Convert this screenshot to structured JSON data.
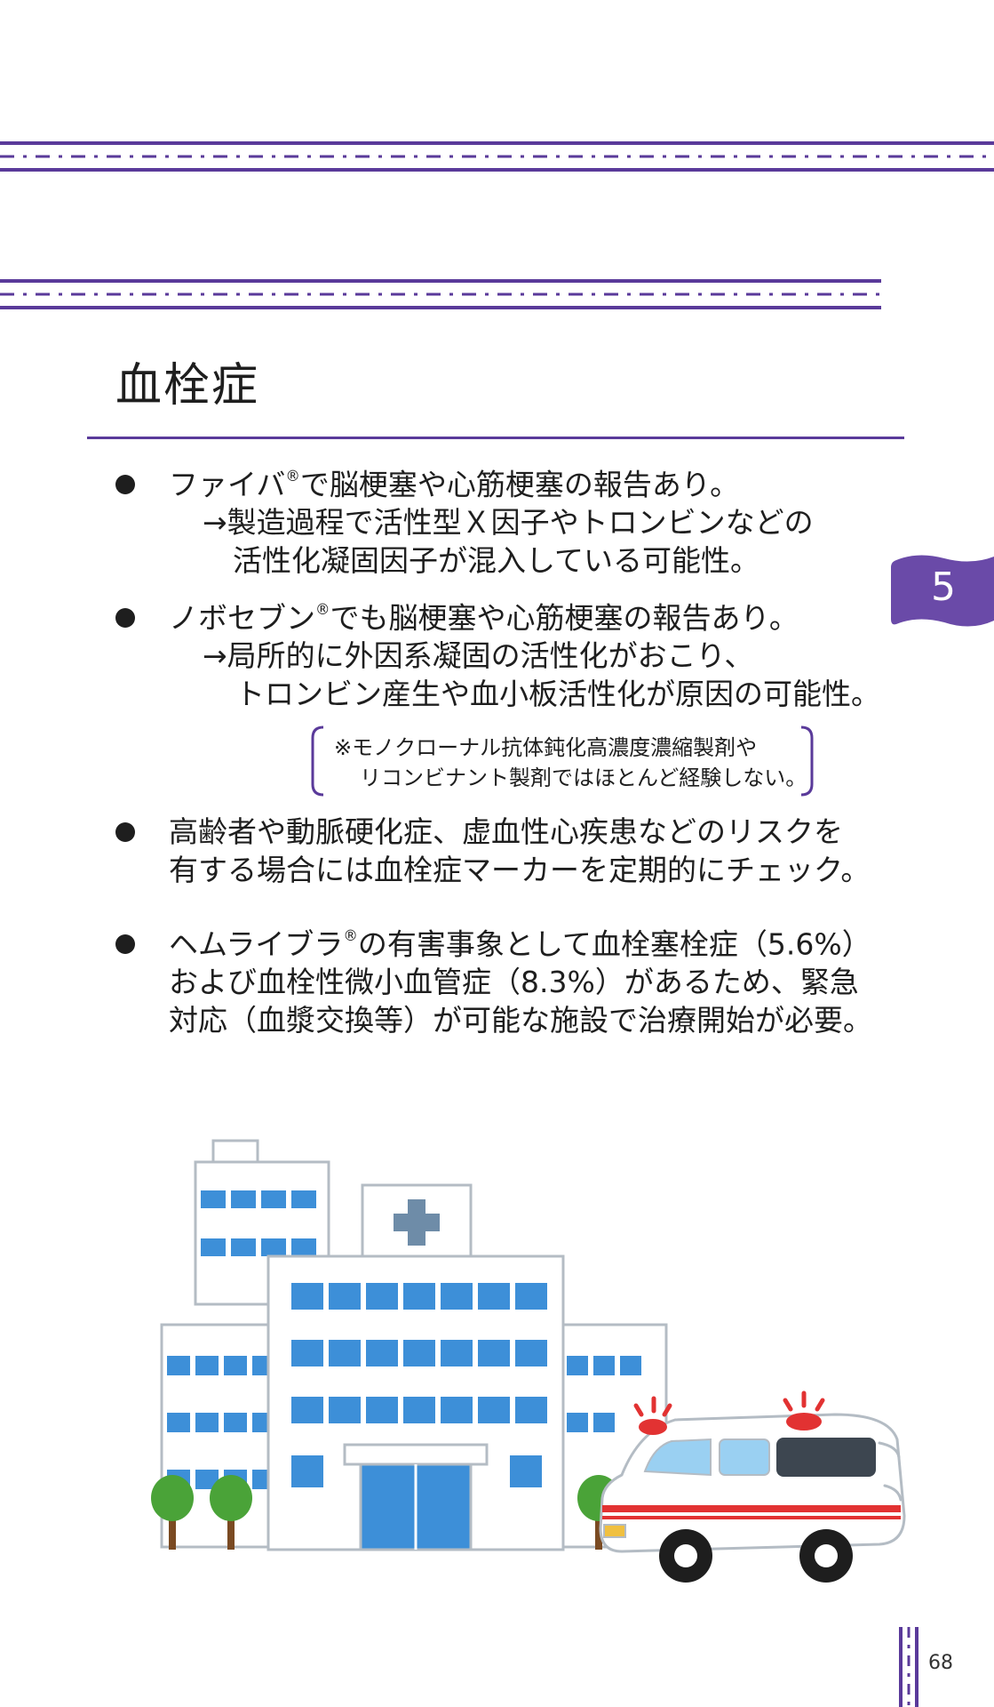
{
  "colors": {
    "accent_purple": "#5a3a9a",
    "tab_purple": "#6a4aa8",
    "window_blue": "#3d8fd8",
    "tree_green": "#4aa338",
    "siren_red": "#e23232"
  },
  "title": "血栓症",
  "bullets": [
    {
      "lines": [
        {
          "text": "ファイバ",
          "sup": "®",
          "after": "で脳梗塞や心筋梗塞の報告あり。"
        },
        {
          "text": "→製造過程で活性型Ｘ因子やトロンビンなどの"
        },
        {
          "text": "活性化凝固因子が混入している可能性。"
        }
      ]
    },
    {
      "lines": [
        {
          "text": "ノボセブン",
          "sup": "®",
          "after": "でも脳梗塞や心筋梗塞の報告あり。"
        },
        {
          "text": "→局所的に外因系凝固の活性化がおこり、"
        },
        {
          "text": "トロンビン産生や血小板活性化が原因の可能性。"
        }
      ]
    },
    {
      "lines": [
        {
          "text": "高齢者や動脈硬化症、虚血性心疾患などのリスクを"
        },
        {
          "text": "有する場合には血栓症マーカーを定期的にチェック。"
        }
      ]
    },
    {
      "lines": [
        {
          "text": "ヘムライブラ",
          "sup": "®",
          "after": "の有害事象として血栓塞栓症（5.6%）"
        },
        {
          "text": "および血栓性微小血管症（8.3%）があるため、緊急"
        },
        {
          "text": "対応（血漿交換等）が可能な施設で治療開始が必要。"
        }
      ]
    }
  ],
  "note": {
    "lines": [
      "※モノクローナル抗体鈍化高濃度濃縮製剤や",
      "リコンビナント製剤ではほとんど経験しない。"
    ]
  },
  "chapter_tab": "5",
  "page_number": "68",
  "illustration": {
    "icons": [
      "hospital-building-icon",
      "medical-cross-icon",
      "ambulance-icon",
      "tree-icon"
    ]
  }
}
